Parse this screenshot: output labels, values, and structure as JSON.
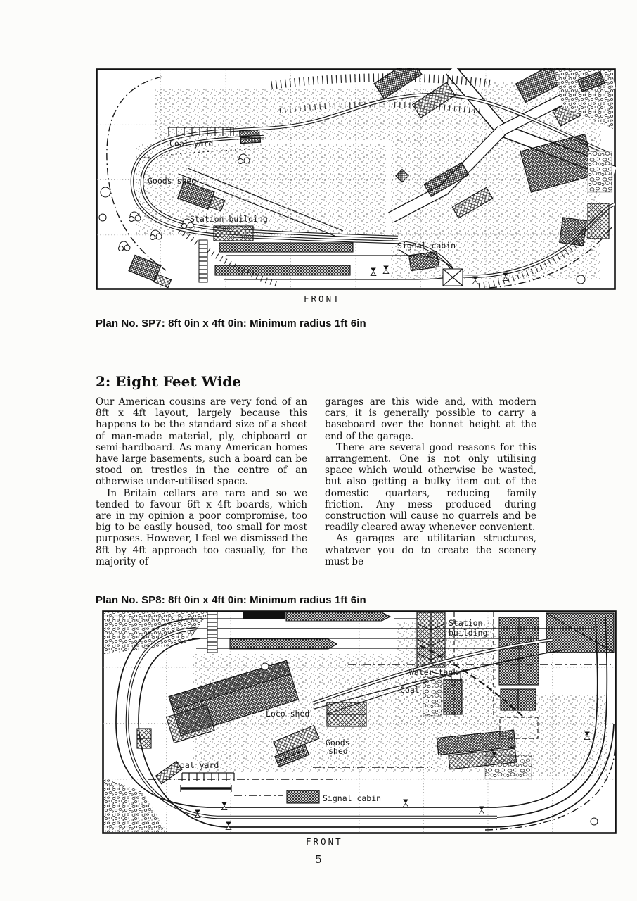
{
  "colors": {
    "ink": "#111111",
    "paper": "#fcfcfa"
  },
  "page": {
    "number": "5"
  },
  "plan_sp7": {
    "caption": "Plan No. SP7: 8ft 0in x 4ft 0in: Minimum radius 1ft 6in",
    "labels": {
      "coal_yard": "Coal yard",
      "goods_shed": "Goods shed",
      "station_building": "Station building",
      "signal_cabin": "Signal cabin",
      "front": "FRONT"
    }
  },
  "section": {
    "heading": "2: Eight Feet Wide"
  },
  "article": {
    "col1_p1": "Our American cousins are very fond of an 8ft x 4ft layout, largely because this happens to be the standard size of a sheet of man-made material, ply, chipboard or semi-hardboard. As many American homes have large basements, such a board can be stood on trestles in the centre of an otherwise under-utilised space.",
    "col1_p2": "In Britain cellars are rare and so we tended to favour 6ft x 4ft boards, which are in my opinion a poor compromise, too big to be easily housed, too small for most purposes. However, I feel we dismissed the 8ft by 4ft approach too casually, for the majority of",
    "col2_p1": "garages are this wide and, with modern cars, it is generally possible to carry a baseboard over the bonnet height at the end of the garage.",
    "col2_p2": "There are several good reasons for this arrangement. One is not only utilising space which would otherwise be wasted, but also getting a bulky item out of the domestic quarters, reducing family friction. Any mess produced during construction will cause no quarrels and be readily cleared away whenever convenient.",
    "col2_p3": "As garages are utilitarian structures, whatever you do to create the scenery must be"
  },
  "plan_sp8": {
    "caption": "Plan No. SP8: 8ft 0in x 4ft 0in: Minimum radius 1ft 6in",
    "labels": {
      "station_building_1": "Station",
      "station_building_2": "building",
      "water_tank": "Water tank",
      "coal": "Coal",
      "loco_shed": "Loco shed",
      "goods_shed_1": "Goods",
      "goods_shed_2": "shed",
      "coal_yard": "Coal yard",
      "signal_cabin": "Signal cabin",
      "front": "FRONT"
    }
  }
}
